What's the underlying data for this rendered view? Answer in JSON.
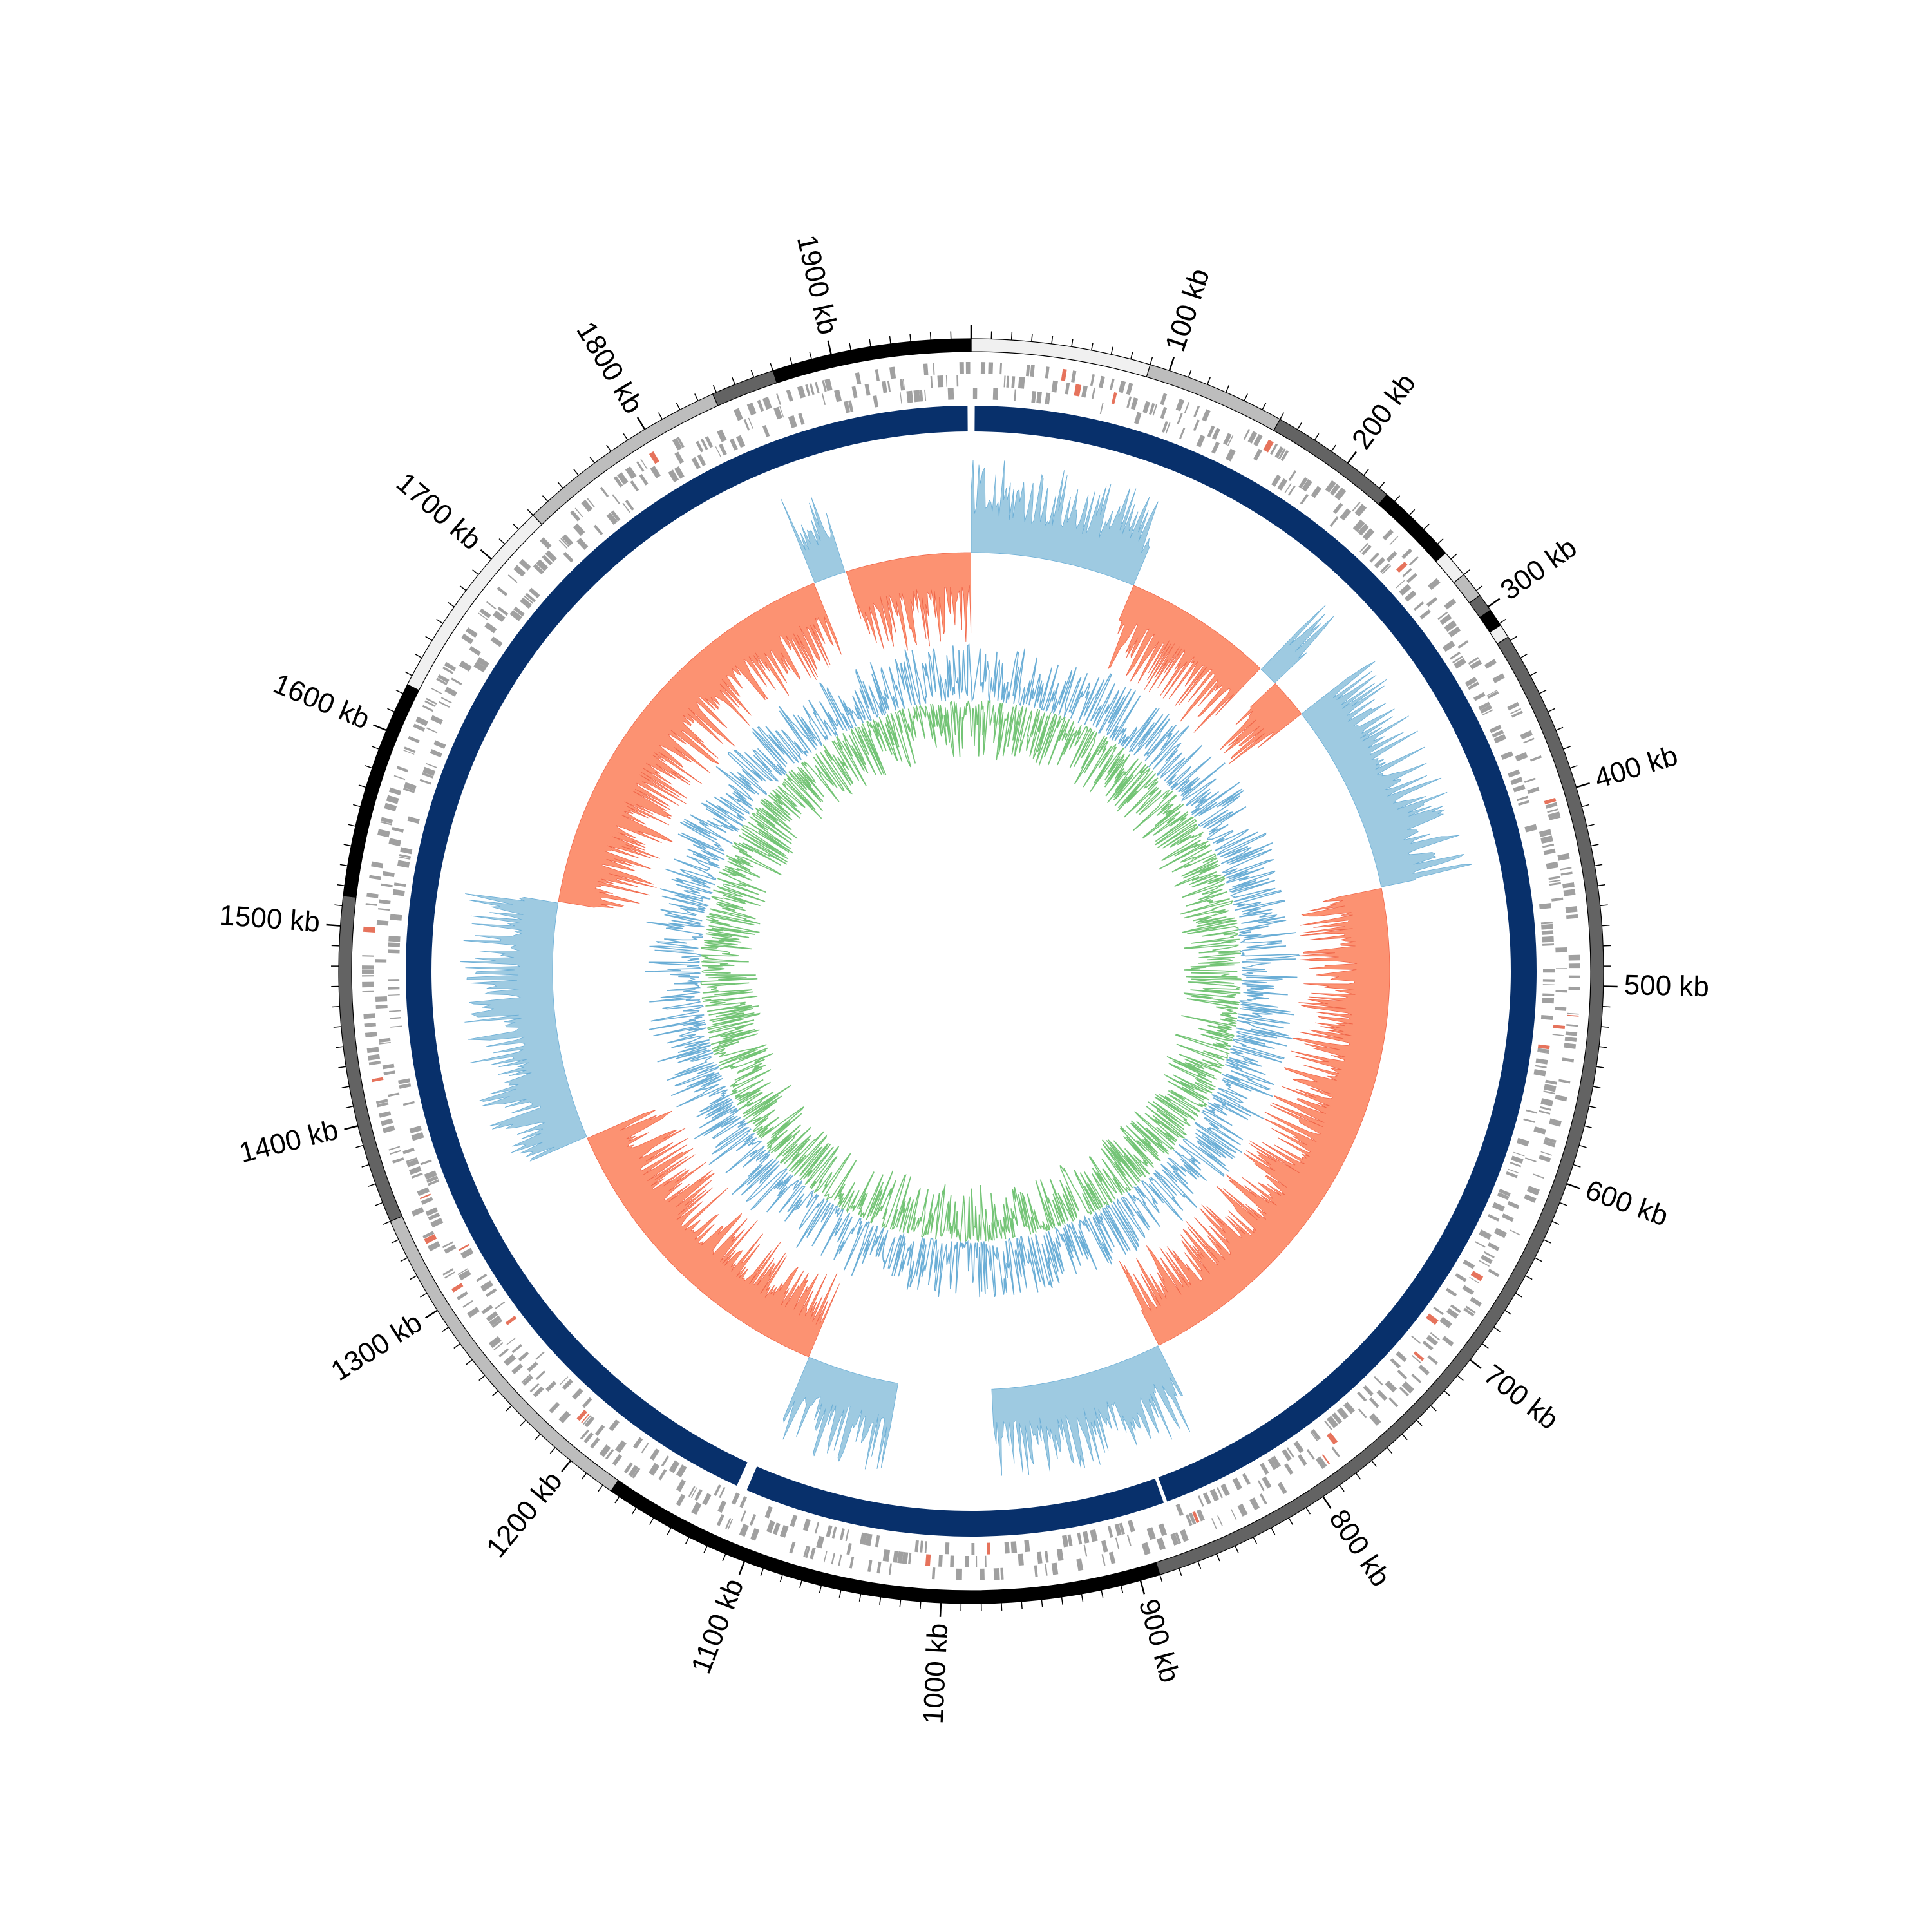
{
  "chart_data": {
    "type": "circular-genome-map",
    "genome_length_kb": 1970,
    "axis_unit": "kb",
    "tick_labels": [
      "100 kb",
      "200 kb",
      "300 kb",
      "400 kb",
      "500 kb",
      "600 kb",
      "700 kb",
      "800 kb",
      "900 kb",
      "1000 kb",
      "1100 kb",
      "1200 kb",
      "1300 kb",
      "1400 kb",
      "1500 kb",
      "1600 kb",
      "1700 kb",
      "1800 kb",
      "1900 kb"
    ],
    "tick_positions_kb": [
      100,
      200,
      300,
      400,
      500,
      600,
      700,
      800,
      900,
      1000,
      1100,
      1200,
      1300,
      1400,
      1500,
      1600,
      1700,
      1800,
      1900
    ],
    "minor_tick_step_kb": 10,
    "contigs_kb": [
      {
        "start": 0,
        "end": 90,
        "shade": "#f0f0f0"
      },
      {
        "start": 90,
        "end": 160,
        "shade": "#bdbdbd"
      },
      {
        "start": 160,
        "end": 225,
        "shade": "#636363"
      },
      {
        "start": 225,
        "end": 266,
        "shade": "#000000"
      },
      {
        "start": 266,
        "end": 280,
        "shade": "#f0f0f0"
      },
      {
        "start": 280,
        "end": 293,
        "shade": "#bdbdbd"
      },
      {
        "start": 293,
        "end": 302,
        "shade": "#636363"
      },
      {
        "start": 302,
        "end": 311,
        "shade": "#000000"
      },
      {
        "start": 311,
        "end": 318,
        "shade": "#f0f0f0"
      },
      {
        "start": 318,
        "end": 890,
        "shade": "#636363"
      },
      {
        "start": 890,
        "end": 896,
        "shade": "#000000"
      },
      {
        "start": 896,
        "end": 1175,
        "shade": "#000000"
      },
      {
        "start": 1175,
        "end": 1350,
        "shade": "#bdbdbd"
      },
      {
        "start": 1350,
        "end": 1515,
        "shade": "#636363"
      },
      {
        "start": 1515,
        "end": 1625,
        "shade": "#000000"
      },
      {
        "start": 1625,
        "end": 1730,
        "shade": "#f0f0f0"
      },
      {
        "start": 1730,
        "end": 1838,
        "shade": "#bdbdbd"
      },
      {
        "start": 1838,
        "end": 1870,
        "shade": "#636363"
      },
      {
        "start": 1870,
        "end": 1970,
        "shade": "#000000"
      }
    ],
    "backbone_kb": [
      {
        "start": 2,
        "end": 874
      },
      {
        "start": 876,
        "end": 1113
      },
      {
        "start": 1119,
        "end": 1968
      }
    ],
    "gc_skew_segments_kb": [
      {
        "start": 0,
        "end": 125,
        "sign": "positive"
      },
      {
        "start": 125,
        "end": 240,
        "sign": "negative"
      },
      {
        "start": 240,
        "end": 255,
        "sign": "positive"
      },
      {
        "start": 255,
        "end": 285,
        "sign": "negative"
      },
      {
        "start": 285,
        "end": 430,
        "sign": "positive"
      },
      {
        "start": 430,
        "end": 840,
        "sign": "negative"
      },
      {
        "start": 840,
        "end": 970,
        "sign": "positive"
      },
      {
        "start": 970,
        "end": 1040,
        "sign": "gap"
      },
      {
        "start": 1040,
        "end": 1110,
        "sign": "positive"
      },
      {
        "start": 1110,
        "end": 1350,
        "sign": "negative"
      },
      {
        "start": 1350,
        "end": 1530,
        "sign": "positive"
      },
      {
        "start": 1530,
        "end": 1850,
        "sign": "negative"
      },
      {
        "start": 1850,
        "end": 1875,
        "sign": "positive"
      },
      {
        "start": 1875,
        "end": 1970,
        "sign": "negative"
      }
    ],
    "colors": {
      "contig_dark": "#636363",
      "contig_black": "#000000",
      "contig_light": "#f0f0f0",
      "contig_mid": "#bdbdbd",
      "gene_features": "#a0a0a0",
      "gene_highlight": "#e6735c",
      "backbone": "#08306b",
      "skew_positive": "#9ecae1",
      "skew_negative": "#fc9272",
      "gc_content_positive": "#6baed6",
      "gc_content_negative": "#74c476"
    }
  }
}
